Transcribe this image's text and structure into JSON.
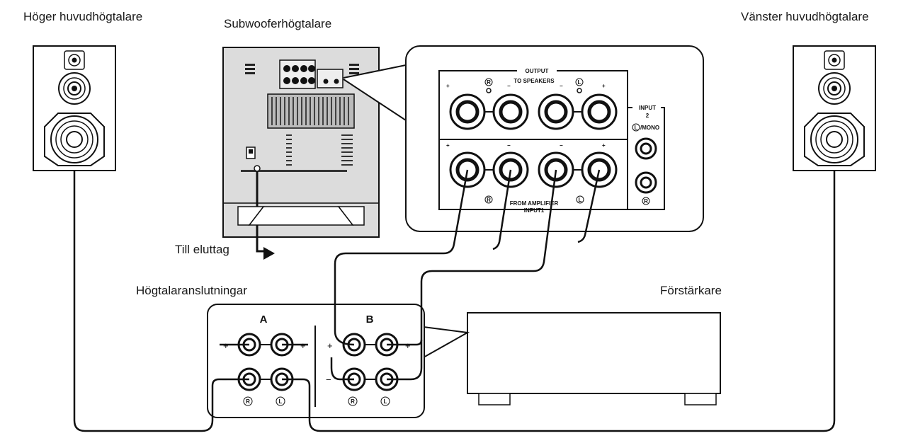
{
  "labels": {
    "right_speaker": "Höger huvudhögtalare",
    "subwoofer": "Subwooferhögtalare",
    "left_speaker": "Vänster huvudhögtalare",
    "outlet": "Till eluttag",
    "speaker_terminals": "Högtalaranslutningar",
    "amplifier": "Förstärkare"
  },
  "panel": {
    "output": "OUTPUT",
    "to_speakers": "TO SPEAKERS",
    "input2": "INPUT",
    "input2_num": "2",
    "mono": "/MONO",
    "from_amplifier": "FROM AMPLIFIER",
    "input1": "INPUT1",
    "r": "R",
    "l": "L"
  },
  "terminals": {
    "a": "A",
    "b": "B",
    "plus": "+",
    "minus": "−"
  },
  "colors": {
    "line": "#111111",
    "subwoofer_body": "#dcdcdc",
    "paper": "#ffffff"
  }
}
